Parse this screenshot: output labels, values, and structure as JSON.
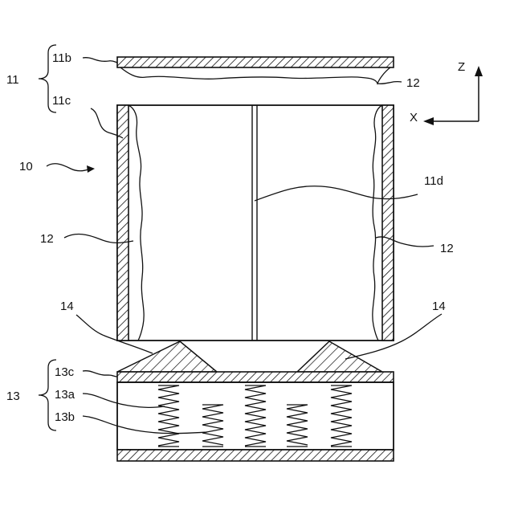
{
  "labels": {
    "l11": "11",
    "l11b": "11b",
    "l11c": "11c",
    "l12_top": "12",
    "l10": "10",
    "l11d": "11d",
    "l12_left": "12",
    "l12_right": "12",
    "l14_left": "14",
    "l14_right": "14",
    "l13": "13",
    "l13c": "13c",
    "l13a": "13a",
    "l13b": "13b"
  },
  "axes": {
    "z": "Z",
    "x": "X"
  }
}
